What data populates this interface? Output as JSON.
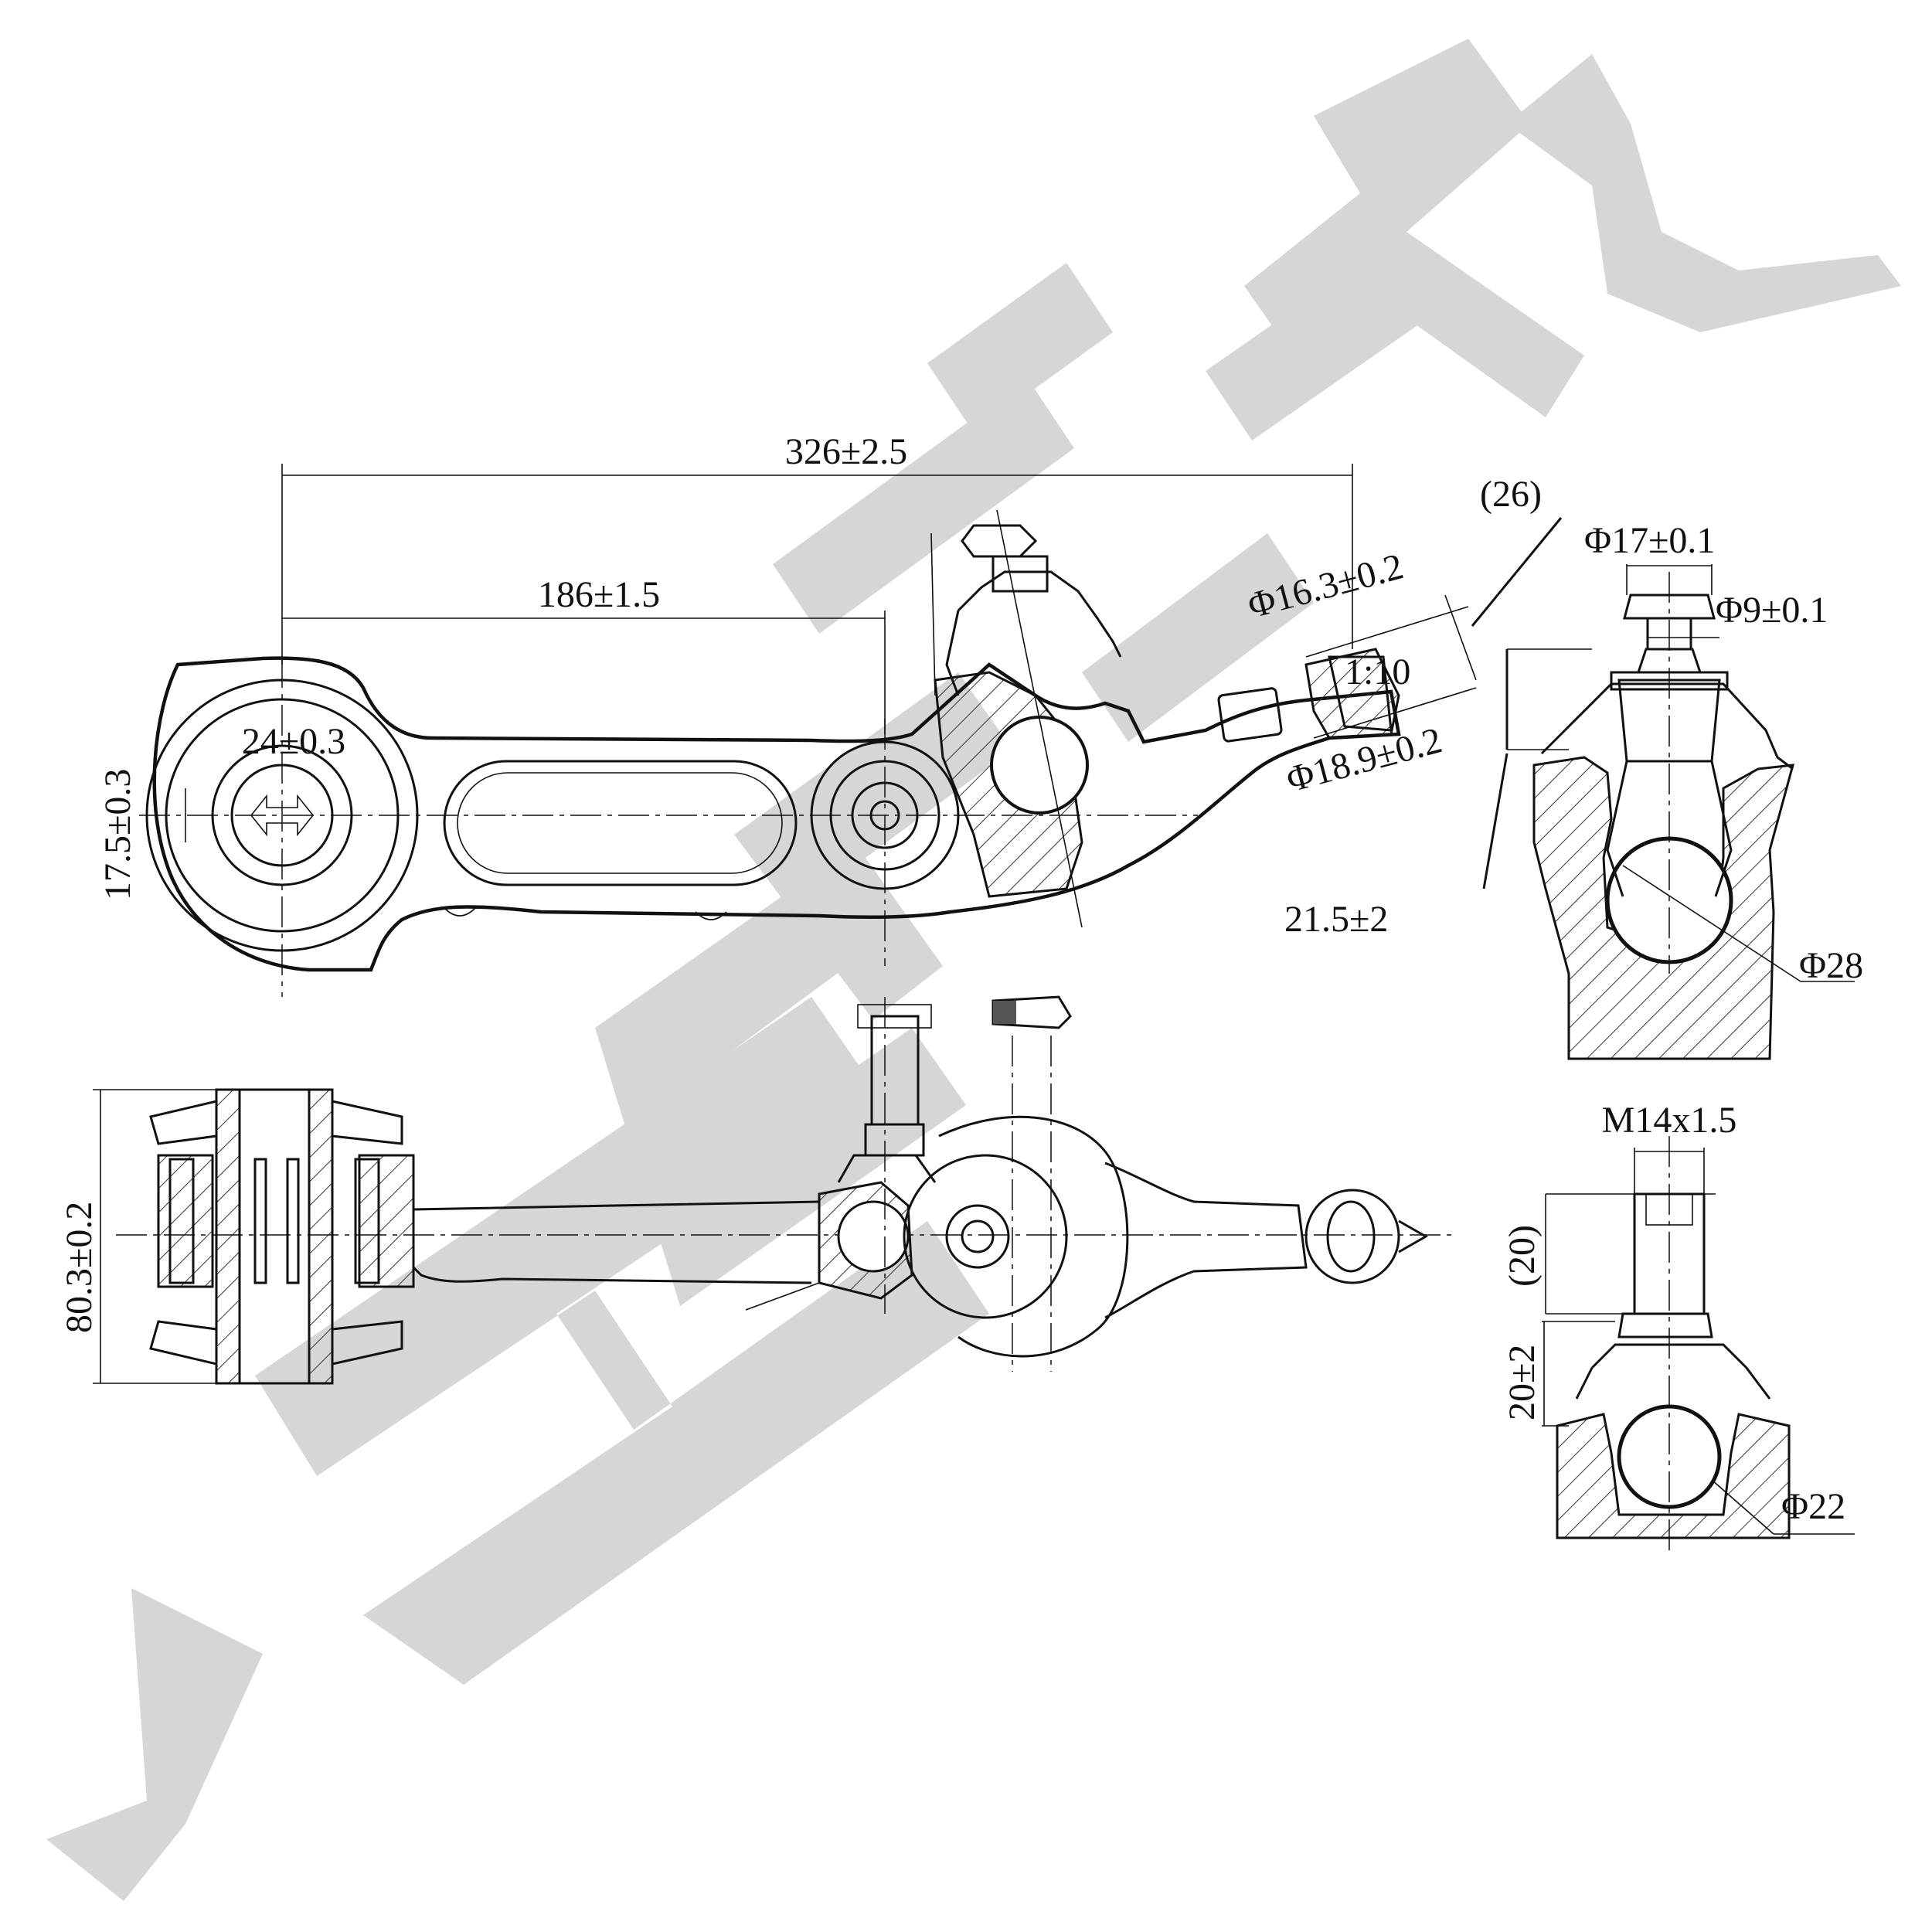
{
  "watermark": "ZENTEK",
  "dimensions": {
    "overall_length": "326±2.5",
    "center_length": "186±1.5",
    "bushing_bore": "24±0.3",
    "bushing_offset": "17.5±0.3",
    "taper_small_dia": "Φ16.3±0.2",
    "taper_ratio": "1:10",
    "taper_large_dia": "Φ18.9±0.2",
    "taper_length": "(26)",
    "stud_dia": "Φ17±0.1",
    "stud_tip_dia": "Φ9±0.1",
    "ball_dia_top": "Φ28",
    "stud_height": "21.5±2",
    "bushing_width": "80.3±0.2",
    "thread": "M14x1.5",
    "thread_length": "(20)",
    "boot_height": "20±2",
    "ball_dia_bottom": "Φ22"
  }
}
